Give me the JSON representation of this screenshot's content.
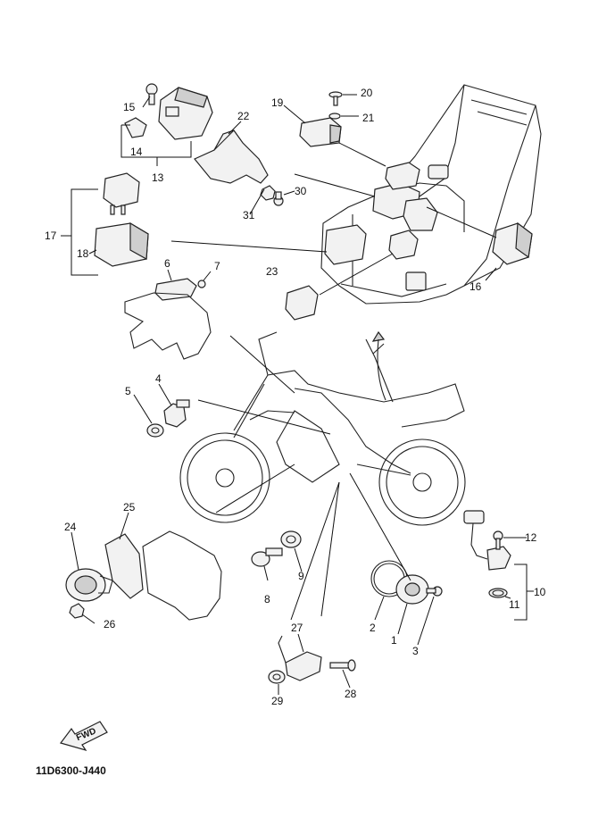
{
  "diagram": {
    "drawing_code": "11D6300-J440",
    "fwd_label": "FWD",
    "callouts": {
      "c1": "1",
      "c2": "2",
      "c3": "3",
      "c4": "4",
      "c5": "5",
      "c6": "6",
      "c7": "7",
      "c8": "8",
      "c9": "9",
      "c10": "10",
      "c11": "11",
      "c12": "12",
      "c13": "13",
      "c14": "14",
      "c15": "15",
      "c16": "16",
      "c17": "17",
      "c18": "18",
      "c19": "19",
      "c20": "20",
      "c21": "21",
      "c22": "22",
      "c23": "23",
      "c24": "24",
      "c25": "25",
      "c26": "26",
      "c27": "27",
      "c28": "28",
      "c29": "29",
      "c30": "30",
      "c31": "31"
    }
  }
}
